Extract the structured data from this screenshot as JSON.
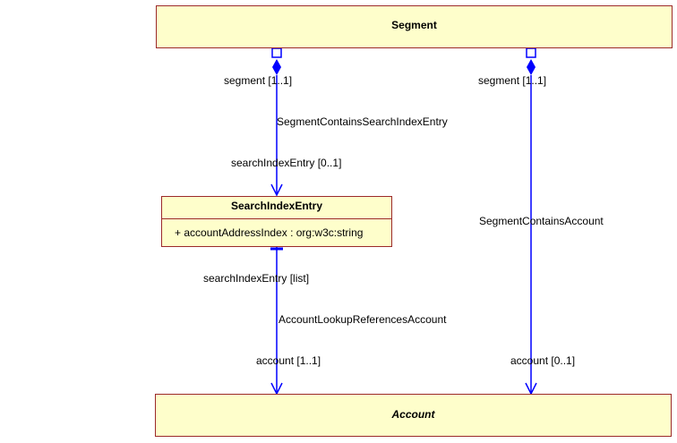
{
  "classes": {
    "segment": {
      "name": "Segment"
    },
    "search_index_entry": {
      "name": "SearchIndexEntry",
      "attributes": [
        "+ accountAddressIndex : org:w3c:string"
      ]
    },
    "account": {
      "name": "Account"
    }
  },
  "associations": {
    "segment_contains_search_index_entry": {
      "name": "SegmentContainsSearchIndexEntry",
      "source_role": "segment [1..1]",
      "target_role": "searchIndexEntry [0..1]"
    },
    "segment_contains_account": {
      "name": "SegmentContainsAccount",
      "source_role": "segment [1..1]",
      "target_role": "account [0..1]"
    },
    "account_lookup_references_account": {
      "name": "AccountLookupReferencesAccount",
      "source_role": "searchIndexEntry [list]",
      "target_role": "account [1..1]"
    }
  },
  "colors": {
    "class_fill": "#fefecb",
    "class_border": "#9c2a2a",
    "association_line": "#0000ff"
  }
}
